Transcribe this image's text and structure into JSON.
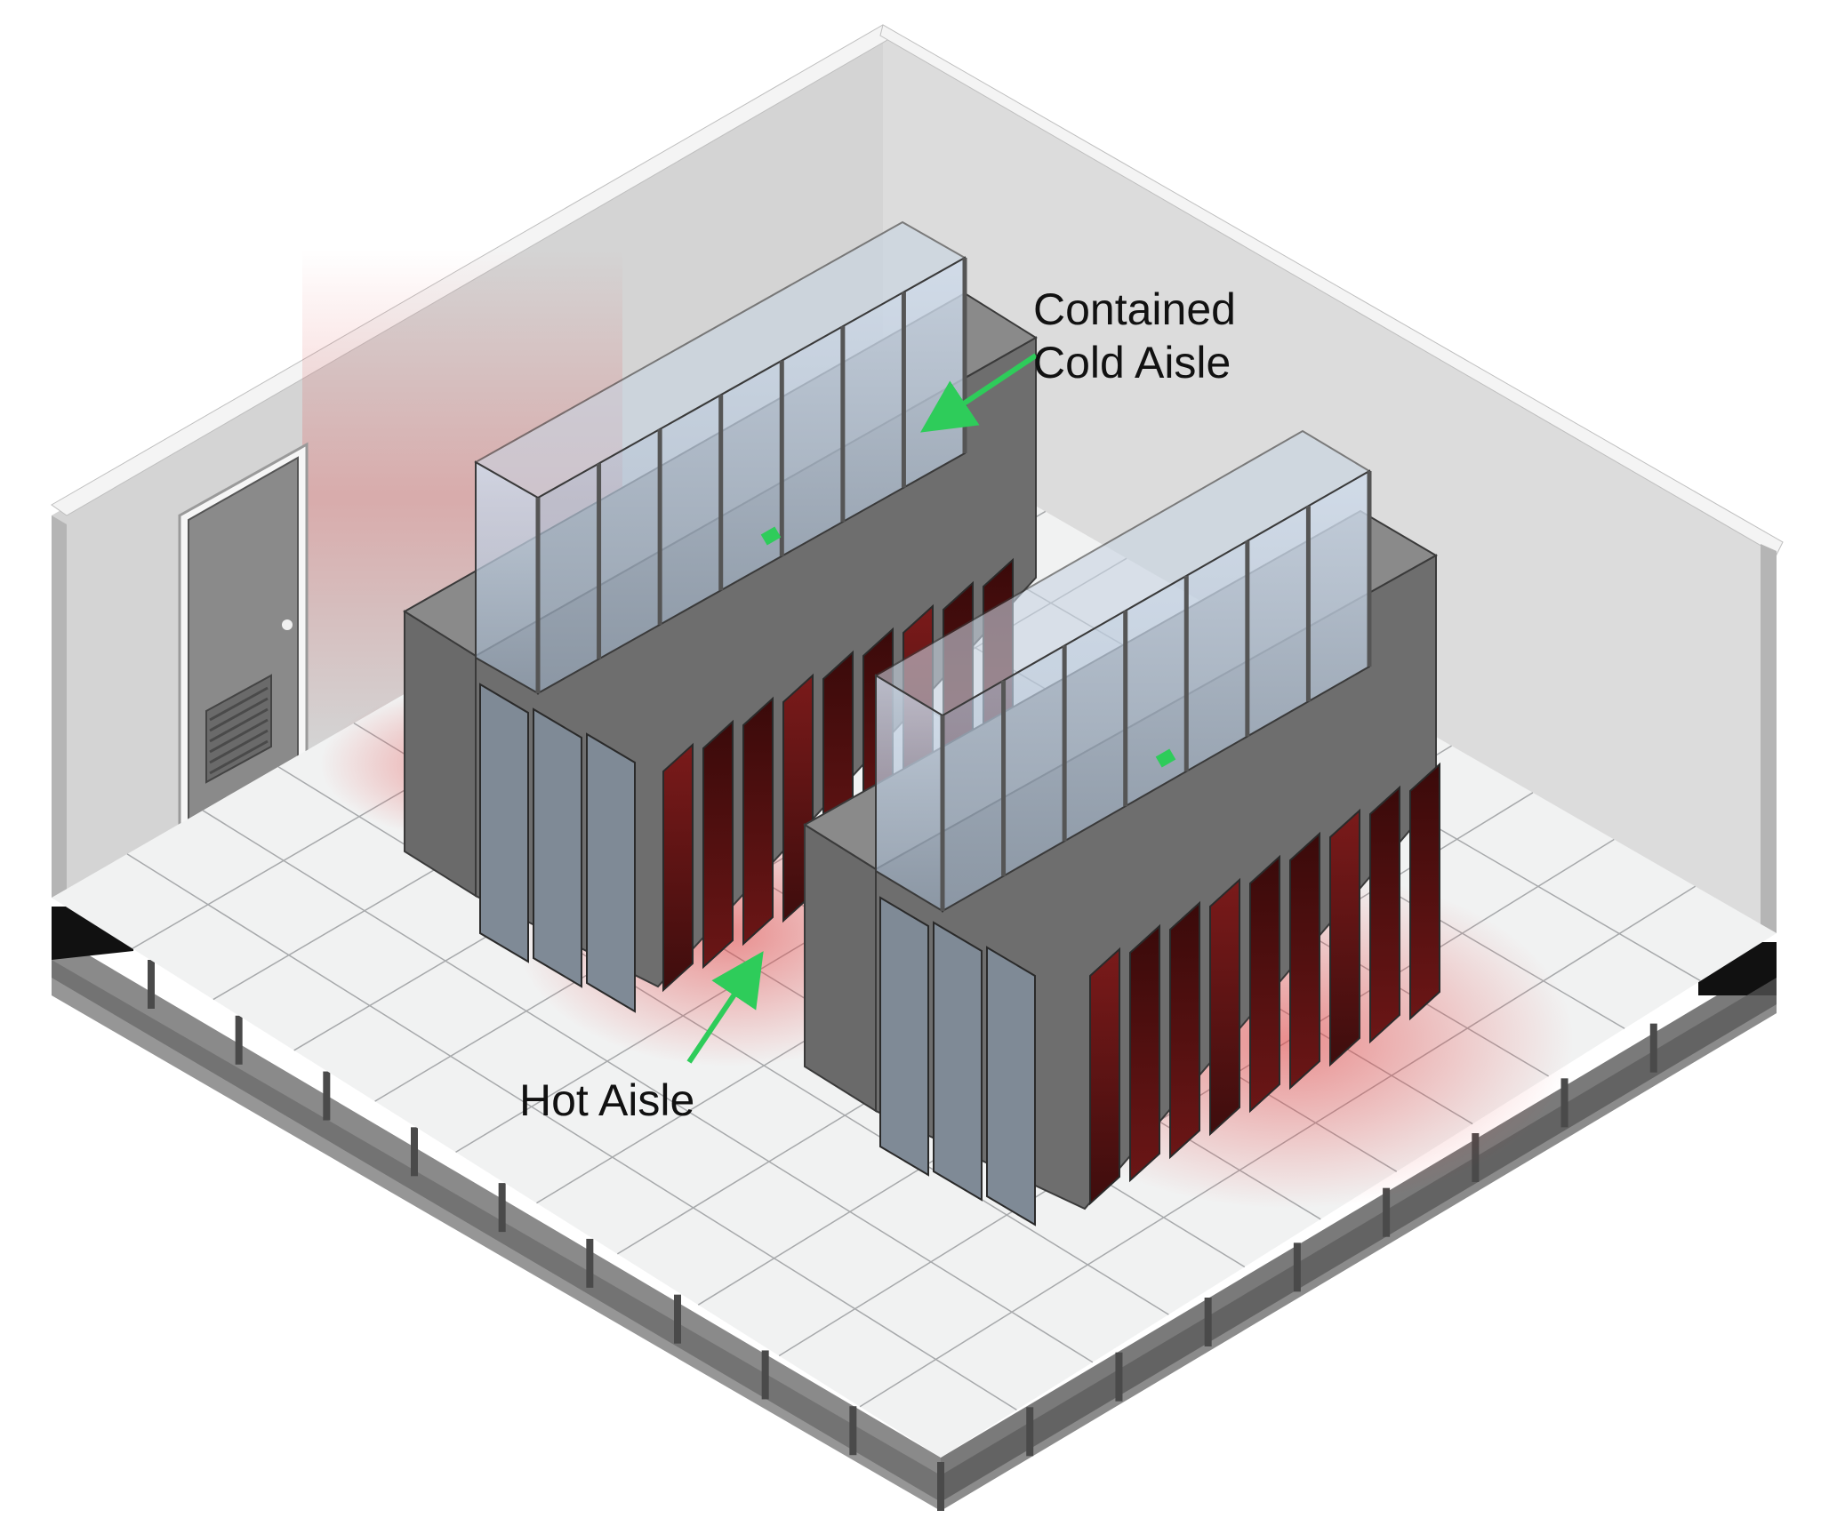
{
  "labels": {
    "cold_aisle_line1": "Contained",
    "cold_aisle_line2": "Cold Aisle",
    "hot_aisle": "Hot Aisle"
  },
  "colors": {
    "arrow": "#2ecc5a",
    "hot_glow": "#e23c3c",
    "wall_inner": "#d9d9d9",
    "wall_top": "#f2f2f2",
    "floor_tile": "#f1f2f2",
    "tile_line": "#a7a9ab",
    "plenum": "#7d7d7d",
    "rack_body": "#6e6e6e",
    "rack_panel_hot": "#5a1212",
    "enclosure_glass": "#b7c8dc",
    "enclosure_frame": "#8c8c8c",
    "door": "#8a8a8a"
  },
  "icons": {
    "arrow": "green-arrow-icon",
    "door": "door-icon",
    "vent": "vent-grille-icon"
  }
}
